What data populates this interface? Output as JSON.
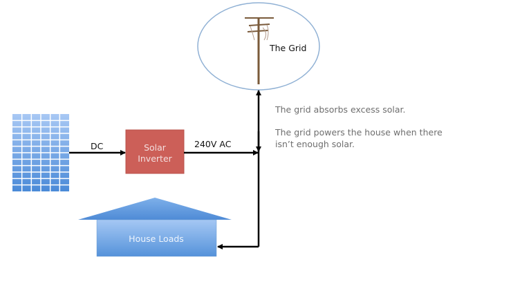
{
  "grid": {
    "label": "The Grid"
  },
  "panel_link": {
    "label": "DC"
  },
  "inverter": {
    "label_line1": "Solar",
    "label_line2": "Inverter",
    "color": "#cc5f58"
  },
  "ac_link": {
    "label": "240V AC"
  },
  "house": {
    "label": "House Loads",
    "color": "#5b9be0"
  },
  "notes": {
    "line1": "The grid absorbs excess solar.",
    "line2a": "The grid powers the house when there",
    "line2b": "isn’t enough solar."
  },
  "panel": {
    "color": "#5b9be8"
  }
}
